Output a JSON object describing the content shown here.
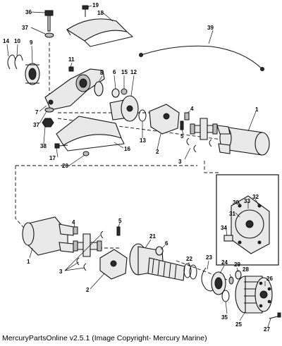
{
  "caption": "MercuryPartsOnline v2.5.1 (Image Copyright- Mercury Marine)",
  "callouts": [
    "1",
    "1",
    "2",
    "2",
    "3",
    "3",
    "4",
    "4",
    "5",
    "5",
    "6",
    "6",
    "7",
    "8",
    "9",
    "10",
    "11",
    "12",
    "13",
    "14",
    "15",
    "16",
    "17",
    "18",
    "19",
    "20",
    "21",
    "22",
    "23",
    "24",
    "25",
    "26",
    "27",
    "28",
    "29",
    "30",
    "31",
    "32",
    "33",
    "34",
    "35",
    "36",
    "37",
    "37",
    "38",
    "39"
  ]
}
